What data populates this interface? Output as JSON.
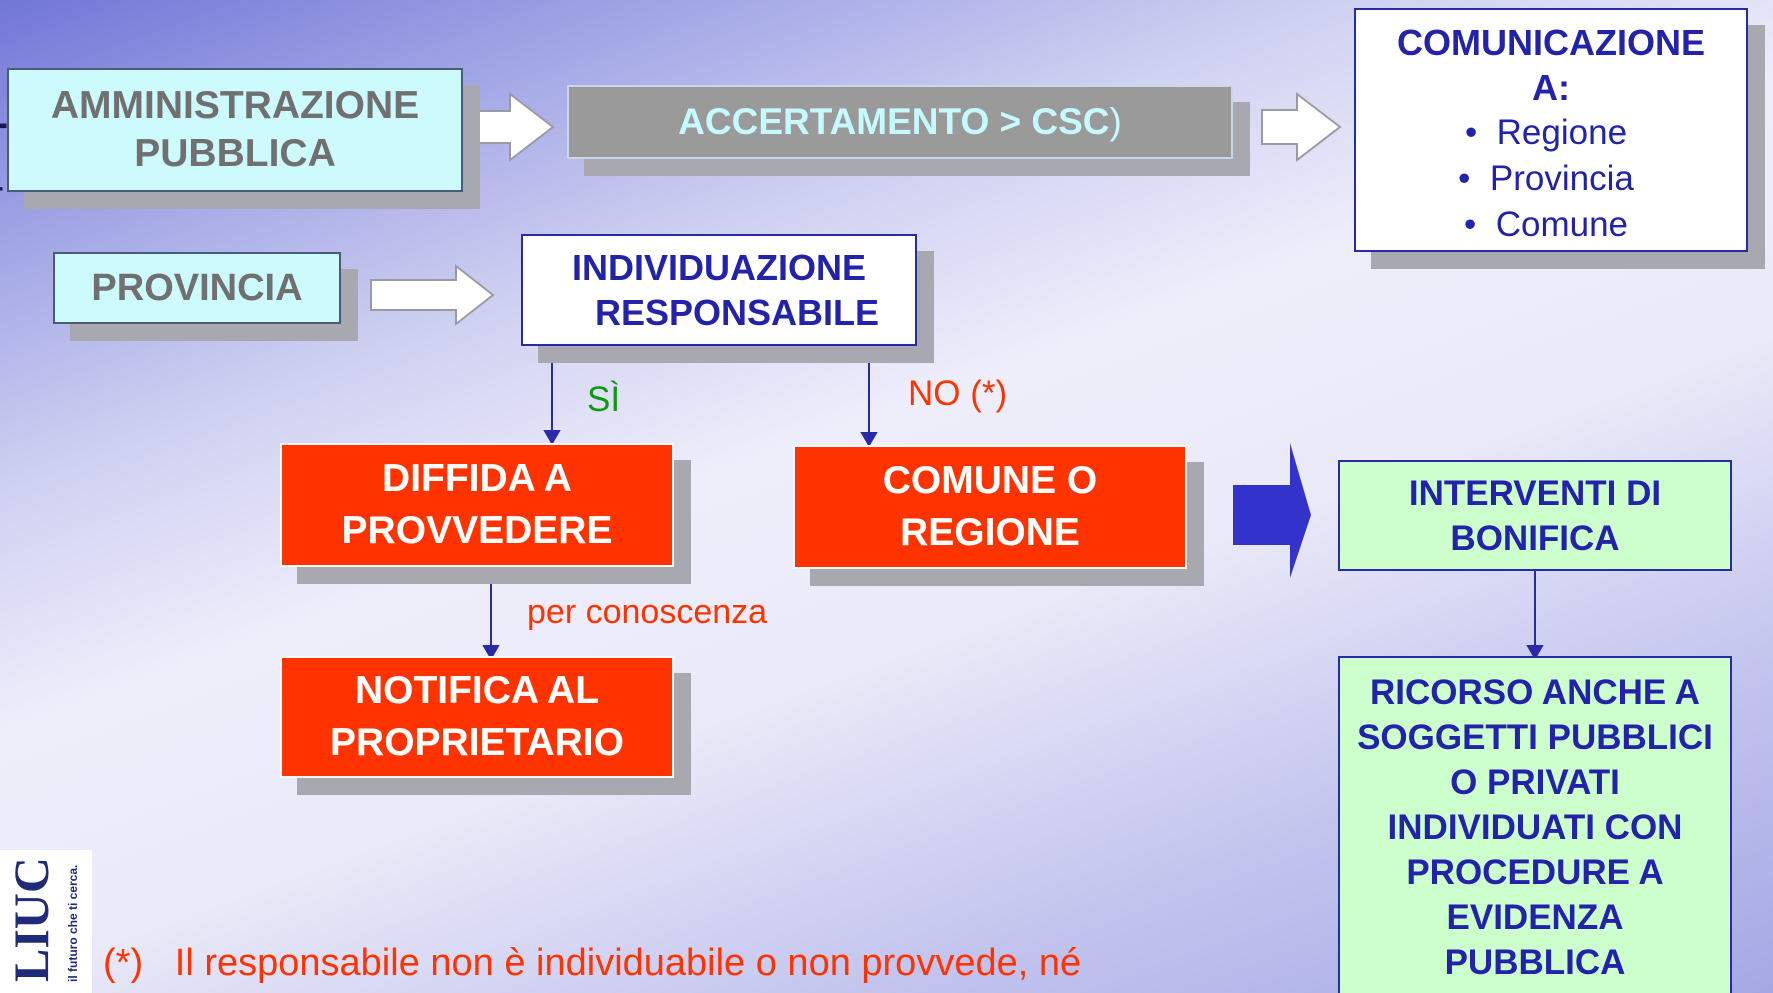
{
  "diagram": {
    "left_margin_letters": "l  t  g  g  g",
    "logo_text": "LIUC",
    "logo_tagline": "il futuro che ti cerca.",
    "boxes": {
      "amministrazione": [
        "AMMINISTRAZIONE",
        "PUBBLICA"
      ],
      "accertamento": "ACCERTAMENTO > CSC",
      "accertamento_paren": ")",
      "comunicazione_title": [
        "COMUNICAZIONE",
        "A:"
      ],
      "comunicazione_items": [
        "Regione",
        "Provincia",
        "Comune"
      ],
      "provincia": "PROVINCIA",
      "individuazione": [
        "INDIVIDUAZIONE",
        "RESPONSABILE"
      ],
      "diffida": [
        "DIFFIDA A",
        "PROVVEDERE"
      ],
      "comune_regione": [
        "COMUNE O",
        "REGIONE"
      ],
      "notifica": [
        "NOTIFICA AL",
        "PROPRIETARIO"
      ],
      "interventi": [
        "INTERVENTI DI",
        "BONIFICA"
      ],
      "ricorso": [
        "RICORSO ANCHE A",
        "SOGGETTI PUBBLICI",
        "O PRIVATI",
        "INDIVIDUATI CON",
        "PROCEDURE A",
        "EVIDENZA",
        "PUBBLICA"
      ]
    },
    "labels": {
      "si": "SÌ",
      "no": "NO (*)",
      "per_conoscenza": "per conoscenza"
    },
    "footnote": {
      "marker": "(*)",
      "text": "Il responsabile non è individuabile o non provvede, né"
    },
    "colors": {
      "accent_red": "#ff3300",
      "label_green": "#119911",
      "text_blue": "#2222aa"
    }
  }
}
